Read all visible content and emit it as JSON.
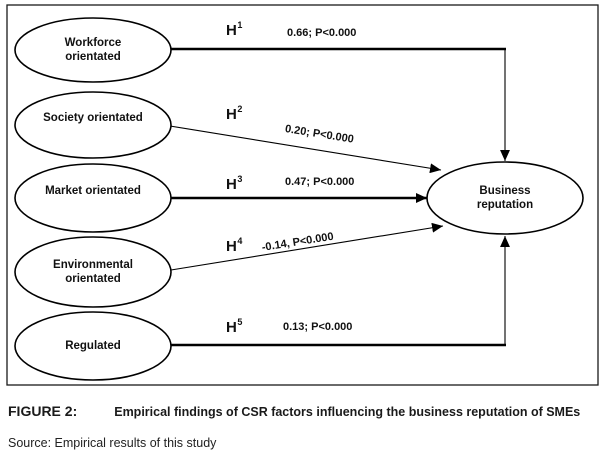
{
  "diagram": {
    "nodes": [
      {
        "id": "workforce",
        "label": "Workforce orientated"
      },
      {
        "id": "society",
        "label": "Society orientated"
      },
      {
        "id": "market",
        "label": "Market orientated"
      },
      {
        "id": "environmental",
        "label": "Environmental orientated"
      },
      {
        "id": "regulated",
        "label": "Regulated"
      },
      {
        "id": "business-reputation",
        "label": "Business reputation"
      }
    ],
    "links": [
      {
        "from": "workforce",
        "to": "business-reputation",
        "h": "H",
        "sup": "1",
        "stat": "0.66; P<0.000"
      },
      {
        "from": "society",
        "to": "business-reputation",
        "h": "H",
        "sup": "2",
        "stat": "0.20; P<0.000"
      },
      {
        "from": "market",
        "to": "business-reputation",
        "h": "H",
        "sup": "3",
        "stat": "0.47; P<0.000"
      },
      {
        "from": "environmental",
        "to": "business-reputation",
        "h": "H",
        "sup": "4",
        "stat": "-0.14, P<0.000"
      },
      {
        "from": "regulated",
        "to": "business-reputation",
        "h": "H",
        "sup": "5",
        "stat": "0.13; P<0.000"
      }
    ],
    "colors": {
      "stroke": "#000000",
      "background": "#ffffff"
    }
  },
  "caption": {
    "figure_label": "FIGURE 2:",
    "figure_title": "Empirical findings of CSR factors influencing the business reputation of SMEs"
  },
  "source_line": "Source: Empirical results of this study"
}
